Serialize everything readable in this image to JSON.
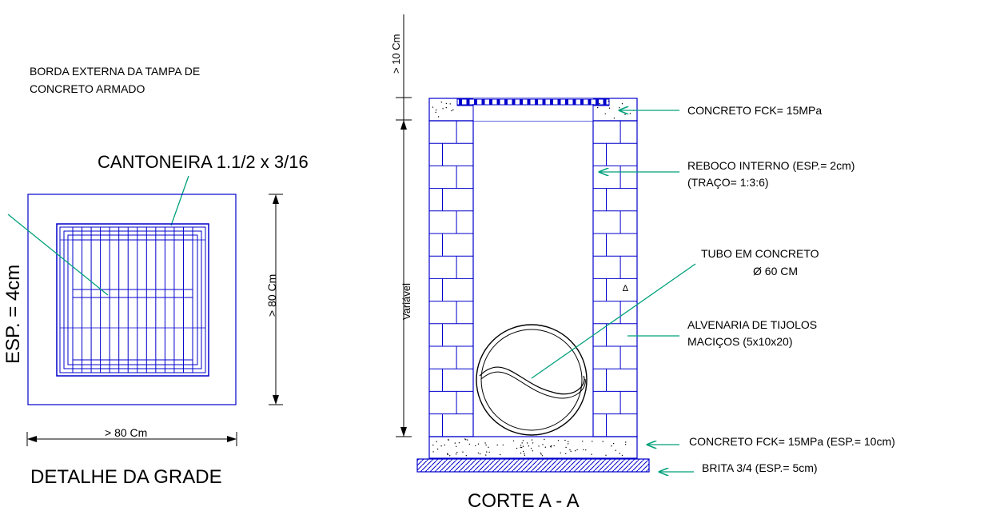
{
  "grade_detail": {
    "note_border": [
      "BORDA EXTERNA DA TAMPA DE",
      "CONCRETO ARMADO"
    ],
    "angle_label": "CANTONEIRA 1.1/2 x 3/16",
    "thickness_label": "ESP. = 4cm",
    "dim_height": "> 80 Cm",
    "dim_width": "> 80 Cm",
    "title": "DETALHE DA GRADE"
  },
  "section": {
    "dim_top": "> 10 Cm",
    "dim_variable": "Variável",
    "concrete_top": "CONCRETO FCK= 15MPa",
    "plaster": [
      "REBOCO INTERNO (ESP.= 2cm)",
      "(TRAÇO= 1:3:6)"
    ],
    "pipe": [
      "TUBO EM CONCRETO",
      "Ø 60 CM"
    ],
    "masonry": [
      "ALVENARIA DE TIJOLOS",
      "MACIÇOS (5x10x20)"
    ],
    "concrete_base": "CONCRETO FCK= 15MPa (ESP.= 10cm)",
    "gravel": "BRITA 3/4 (ESP.= 5cm)",
    "title": "CORTE A - A"
  },
  "colors": {
    "outline": "#0000cc",
    "leader": "#00a07a",
    "text": "#000000"
  }
}
